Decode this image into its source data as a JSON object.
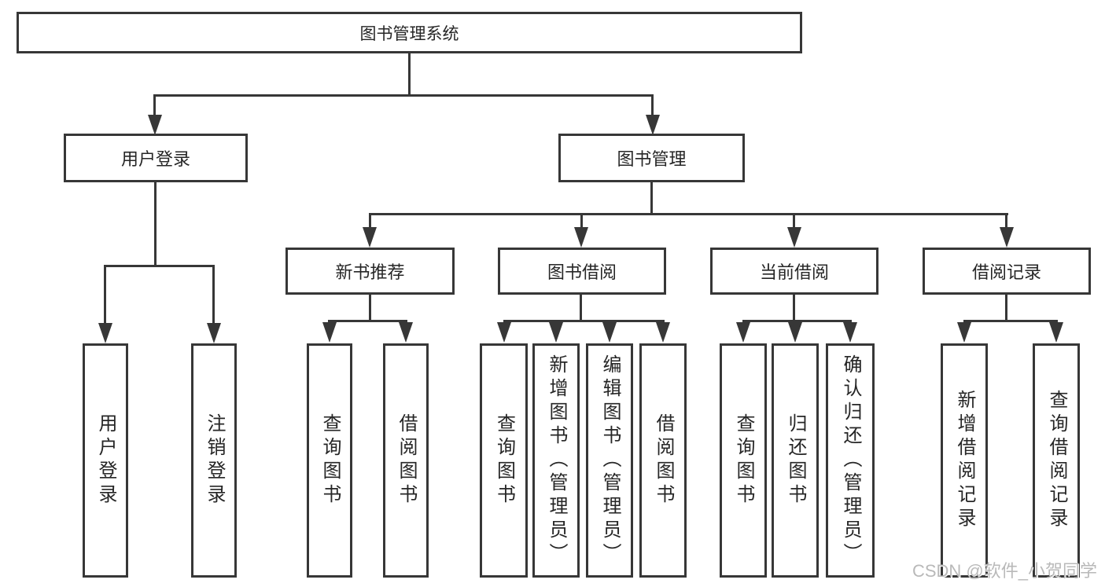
{
  "diagram": {
    "title": "图书管理系统",
    "branches": {
      "user_login": {
        "label": "用户登录",
        "children": [
          "用户登录",
          "注销登录"
        ]
      },
      "book_management": {
        "label": "图书管理",
        "children": {
          "new_book_recommend": {
            "label": "新书推荐",
            "children": [
              "查询图书",
              "借阅图书"
            ]
          },
          "book_borrow": {
            "label": "图书借阅",
            "children": [
              "查询图书",
              "新增图书（管理员）",
              "编辑图书（管理员）",
              "借阅图书"
            ]
          },
          "current_borrow": {
            "label": "当前借阅",
            "children": [
              "查询图书",
              "归还图书",
              "确认归还（管理员）"
            ]
          },
          "borrow_record": {
            "label": "借阅记录",
            "children": [
              "新增借阅记录",
              "查询借阅记录"
            ]
          }
        }
      }
    }
  },
  "watermark": "CSDN @软件_小贺同学"
}
